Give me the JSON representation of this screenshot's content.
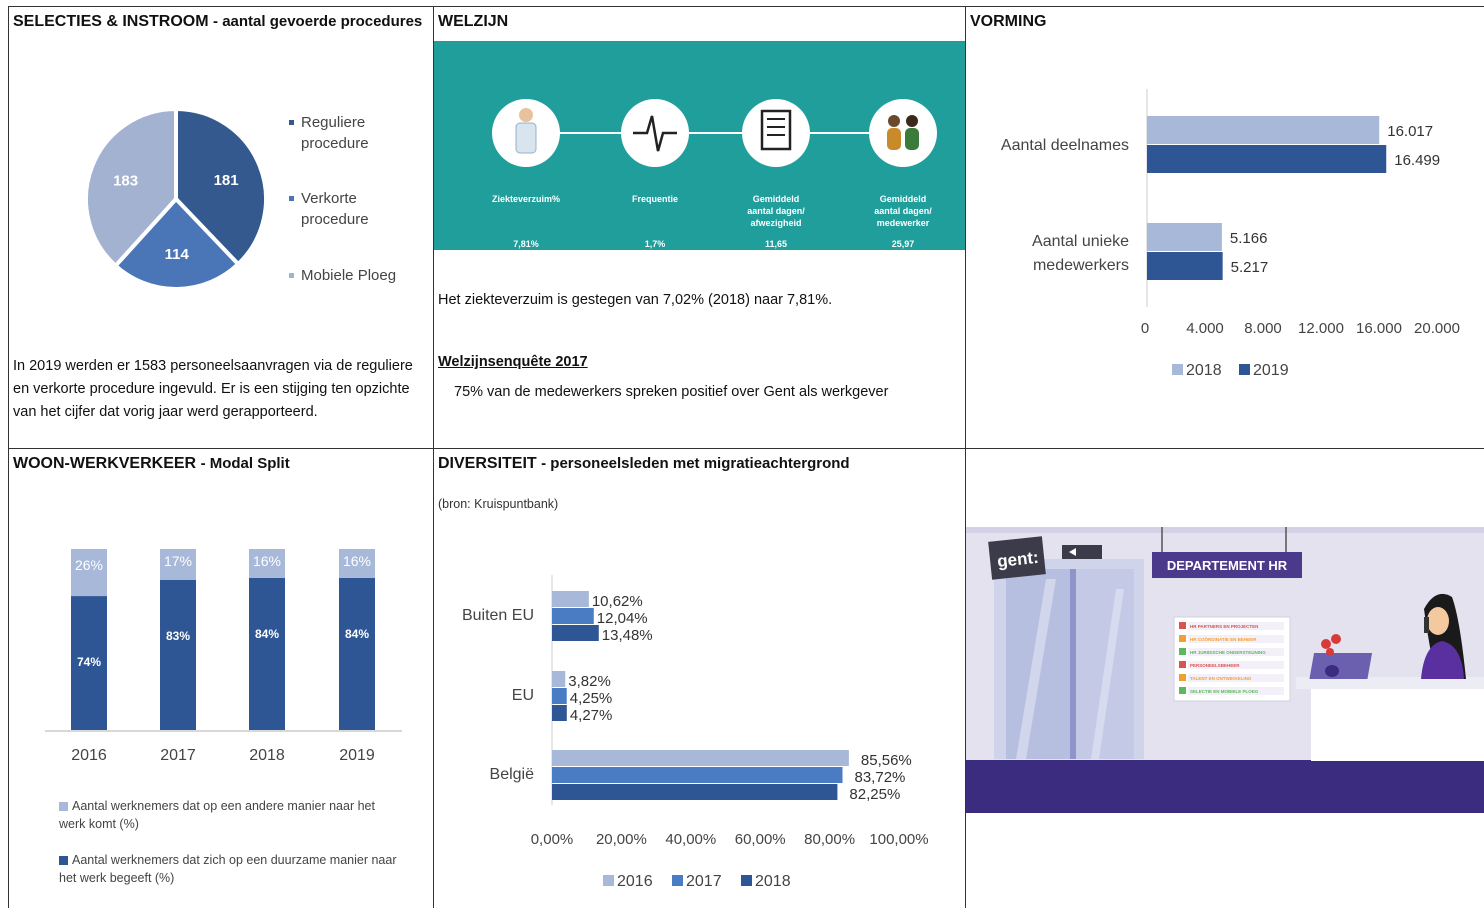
{
  "panels": {
    "selecties": {
      "title": "SELECTIES & INSTROOM",
      "subtitle": "- aantal gevoerde procedures",
      "text": "In 2019 werden er 1583 personeelsaanvragen via de reguliere en verkorte procedure ingevuld. Er is een stijging ten opzichte van het cijfer dat vorig jaar werd gerapporteerd."
    },
    "welzijn": {
      "title": "WELZIJN",
      "infographic": {
        "bg_color": "#1f9e9b",
        "items": [
          {
            "label": "Ziekteverzuim%",
            "value": "7,81%",
            "icon": "doctor-icon"
          },
          {
            "label": "Frequentie",
            "value": "1,7%",
            "icon": "heartbeat-icon"
          },
          {
            "label": "Gemiddeld aantal dagen/ afwezigheid",
            "value": "11,65",
            "icon": "document-icon"
          },
          {
            "label": "Gemiddeld aantal dagen/ medewerker",
            "value": "25,97",
            "icon": "people-icon"
          }
        ]
      },
      "text1": "Het ziekteverzuim is gestegen van 7,02% (2018) naar 7,81%.",
      "heading2": "Welzijnsenquête 2017",
      "text2": "75% van de medewerkers spreken positief over Gent als werkgever"
    },
    "vorming": {
      "title": "VORMING"
    },
    "woonwerk": {
      "title": "WOON-WERKVERKEER",
      "subtitle": "- Modal Split",
      "legend1": "Aantal werknemers dat op een andere manier naar het werk komt (%)",
      "legend2": "Aantal werknemers dat zich op een duurzame manier naar het werk begeeft (%)"
    },
    "diversiteit": {
      "title": "DIVERSITEIT",
      "subtitle": "- personeelsleden met migratieachtergrond",
      "source": "(bron: Kruispuntbank)"
    },
    "hr_image": {
      "logo": "gent:",
      "sign": "DEPARTEMENT HR",
      "board_items": [
        "HR PARTNERS EN PROJECTEN",
        "HR COÖRDINATIE EN BEHEER",
        "HR JURIDISCHE ONDERSTEUNING",
        "PERSONEELSBEHEER",
        "TALENT EN ONTWIKKELING",
        "SELECTIE EN MOBIELE PLOEG"
      ],
      "board_colors": [
        "#d9534f",
        "#f0a030",
        "#5cb85c",
        "#d9534f",
        "#f0a030",
        "#5cb85c"
      ]
    }
  },
  "colors": {
    "light": "#a8b8d8",
    "mid": "#4a7cc4",
    "dark": "#2e5594",
    "pie_dark": "#33598f",
    "pie_mid": "#4a76b8",
    "pie_light": "#a4b2d2"
  },
  "chart_data": [
    {
      "id": "pie",
      "type": "pie",
      "labels": [
        "Reguliere procedure",
        "Verkorte procedure",
        "Mobiele Ploeg"
      ],
      "values": [
        181,
        114,
        183
      ]
    },
    {
      "id": "vorming",
      "type": "bar",
      "orientation": "horizontal",
      "categories": [
        "Aantal deelnames",
        "Aantal unieke medewerkers"
      ],
      "series": [
        {
          "name": "2018",
          "values": [
            16017,
            5166
          ],
          "labels": [
            "16.017",
            "5.166"
          ]
        },
        {
          "name": "2019",
          "values": [
            16499,
            5217
          ],
          "labels": [
            "16.499",
            "5.217"
          ]
        }
      ],
      "xlim": [
        0,
        20000
      ],
      "xticks": [
        "0",
        "4.000",
        "8.000",
        "12.000",
        "16.000",
        "20.000"
      ],
      "legend": "bottom"
    },
    {
      "id": "modal",
      "type": "bar",
      "stacked": true,
      "categories": [
        "2016",
        "2017",
        "2018",
        "2019"
      ],
      "series": [
        {
          "values": [
            74,
            83,
            84,
            84
          ],
          "labels": [
            "74%",
            "83%",
            "84%",
            "84%"
          ]
        },
        {
          "values": [
            26,
            17,
            16,
            16
          ],
          "labels": [
            "26%",
            "17%",
            "16%",
            "16%"
          ]
        }
      ],
      "ylim": [
        0,
        100
      ],
      "legend": "bottom"
    },
    {
      "id": "diversiteit",
      "type": "bar",
      "orientation": "horizontal",
      "categories": [
        "Buiten EU",
        "EU",
        "België"
      ],
      "series": [
        {
          "name": "2016",
          "values": [
            10.62,
            3.82,
            85.56
          ],
          "labels": [
            "10,62%",
            "3,82%",
            "85,56%"
          ]
        },
        {
          "name": "2017",
          "values": [
            12.04,
            4.25,
            83.72
          ],
          "labels": [
            "12,04%",
            "4,25%",
            "83,72%"
          ]
        },
        {
          "name": "2018",
          "values": [
            13.48,
            4.27,
            82.25
          ],
          "labels": [
            "13,48%",
            "4,27%",
            "82,25%"
          ]
        }
      ],
      "xlim": [
        0,
        100
      ],
      "xticks": [
        "0,00%",
        "20,00%",
        "40,00%",
        "60,00%",
        "80,00%",
        "100,00%"
      ],
      "legend": "bottom"
    }
  ]
}
